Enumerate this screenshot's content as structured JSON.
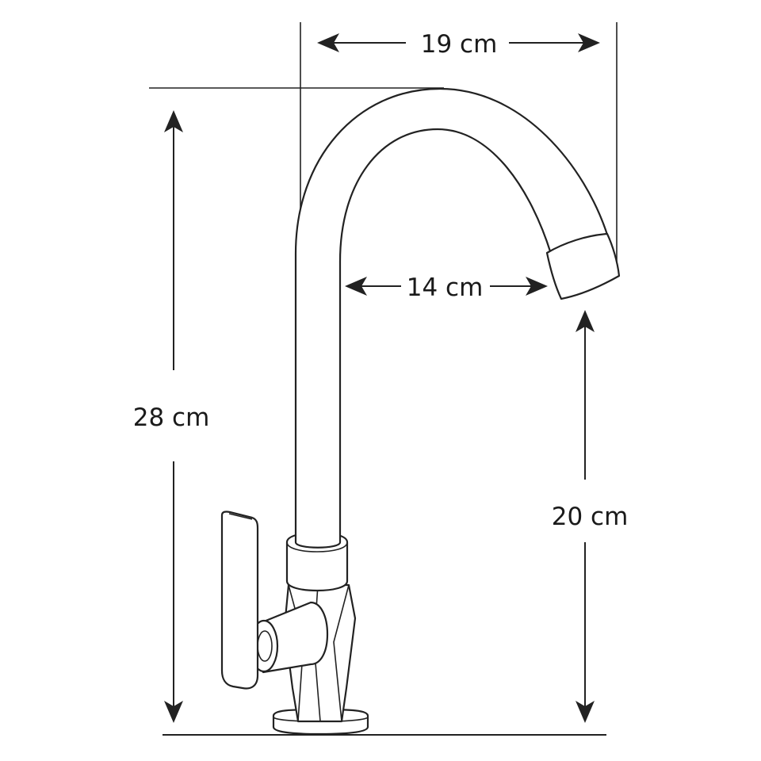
{
  "dimensions": {
    "top_width": "19 cm",
    "spout_reach": "14 cm",
    "total_height": "28 cm",
    "outlet_height": "20 cm"
  },
  "colors": {
    "stroke": "#222222",
    "background": "#ffffff"
  }
}
